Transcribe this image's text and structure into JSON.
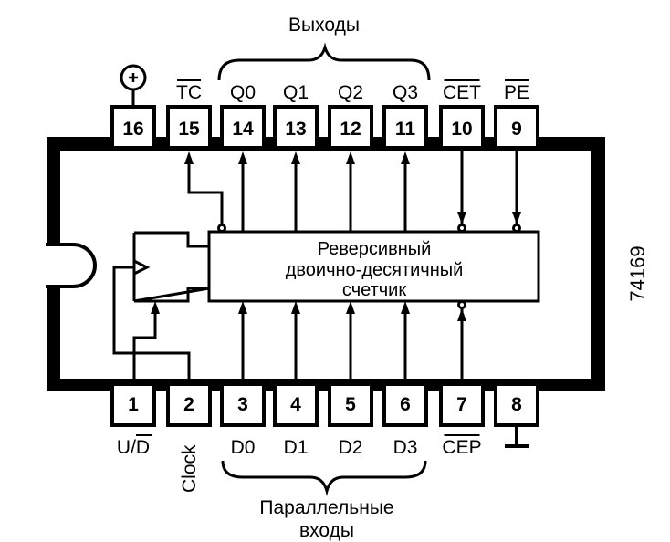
{
  "diagram": {
    "chip_label": "74169",
    "block_title": [
      "Реверсивный",
      "двоично-десятичный",
      "счетчик"
    ],
    "top_group_label": "Выходы",
    "bottom_group_label": [
      "Параллельные",
      "входы"
    ],
    "top_pins": [
      {
        "number": "16",
        "signal": "",
        "symbol": "power-plus",
        "overbar": false
      },
      {
        "number": "15",
        "signal": "TC",
        "overbar": true
      },
      {
        "number": "14",
        "signal": "Q0",
        "overbar": false
      },
      {
        "number": "13",
        "signal": "Q1",
        "overbar": false
      },
      {
        "number": "12",
        "signal": "Q2",
        "overbar": false
      },
      {
        "number": "11",
        "signal": "Q3",
        "overbar": false
      },
      {
        "number": "10",
        "signal": "CET",
        "overbar": true
      },
      {
        "number": "9",
        "signal": "PE",
        "overbar": true
      }
    ],
    "bottom_pins": [
      {
        "number": "1",
        "signal_prefix": "U/",
        "signal_over": "D"
      },
      {
        "number": "2",
        "signal": "Clock",
        "rotated": true
      },
      {
        "number": "3",
        "signal": "D0",
        "overbar": false
      },
      {
        "number": "4",
        "signal": "D1",
        "overbar": false
      },
      {
        "number": "5",
        "signal": "D2",
        "overbar": false
      },
      {
        "number": "6",
        "signal": "D3",
        "overbar": false
      },
      {
        "number": "7",
        "signal": "CEP",
        "overbar": true
      },
      {
        "number": "8",
        "signal": "",
        "symbol": "ground",
        "overbar": false
      }
    ]
  },
  "colors": {
    "ink": "#000000",
    "paper": "#ffffff"
  }
}
